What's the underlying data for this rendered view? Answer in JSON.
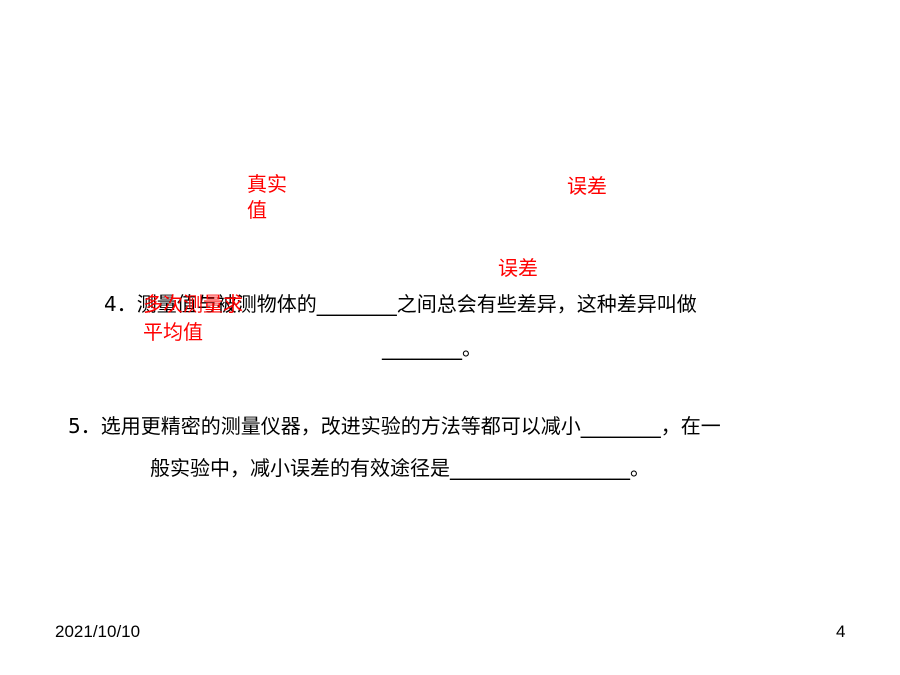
{
  "question4": {
    "line1": "4．测量值与被测物体的________之间总会有些差异，这种差异叫做",
    "line2": "________。"
  },
  "question5": {
    "line1": "5．选用更精密的测量仪器，改进实验的方法等都可以减小________，在一",
    "line2": "般实验中，减小误差的有效途径是__________________。"
  },
  "answers": {
    "true_value_line1": "真实",
    "true_value_line2": "值",
    "error_1": "误差",
    "error_2": "误差",
    "multi_measure": "多次测量求",
    "average": "平均值"
  },
  "footer": {
    "date": "2021/10/10",
    "page_number": "4"
  },
  "colors": {
    "answer": "#ff0000",
    "text": "#000000",
    "background": "#ffffff"
  }
}
